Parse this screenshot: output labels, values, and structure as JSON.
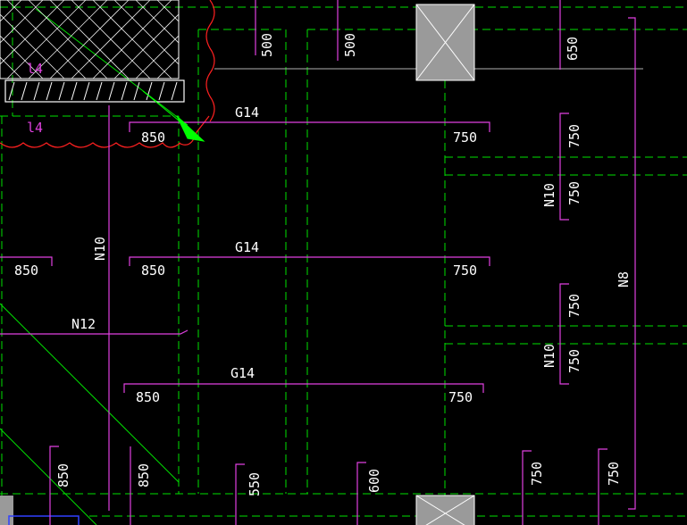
{
  "colors": {
    "background": "#000000",
    "grid_dashed": "#00e000",
    "rebar": "#e040e0",
    "hatch": "#ffffff",
    "column": "#9a9a9a",
    "revision_cloud": "#ff2020",
    "arrow": "#00ff00",
    "text": "#ffffff"
  },
  "labels": {
    "l14_upper": "l4",
    "l14_lower": "l4",
    "g14_top": "G14",
    "g14_mid": "G14",
    "g14_low": "G14",
    "n10_left": "N10",
    "n12": "N12",
    "n10_right_top": "N10",
    "n10_right_bottom": "N10",
    "n8": "N8"
  },
  "dimensions": {
    "d500_a": "500",
    "d500_b": "500",
    "d650": "650",
    "d850_top": "850",
    "d750_top": "750",
    "d750_r1": "750",
    "d750_r2": "750",
    "d850_left": "850",
    "d850_mid": "850",
    "d750_mid": "750",
    "d750_r3": "750",
    "d750_r4": "750",
    "d850_low": "850",
    "d750_low": "750",
    "d850_bl1": "850",
    "d850_bl2": "850",
    "d550": "550",
    "d600": "600",
    "d750_b1": "750",
    "d750_b2": "750"
  }
}
